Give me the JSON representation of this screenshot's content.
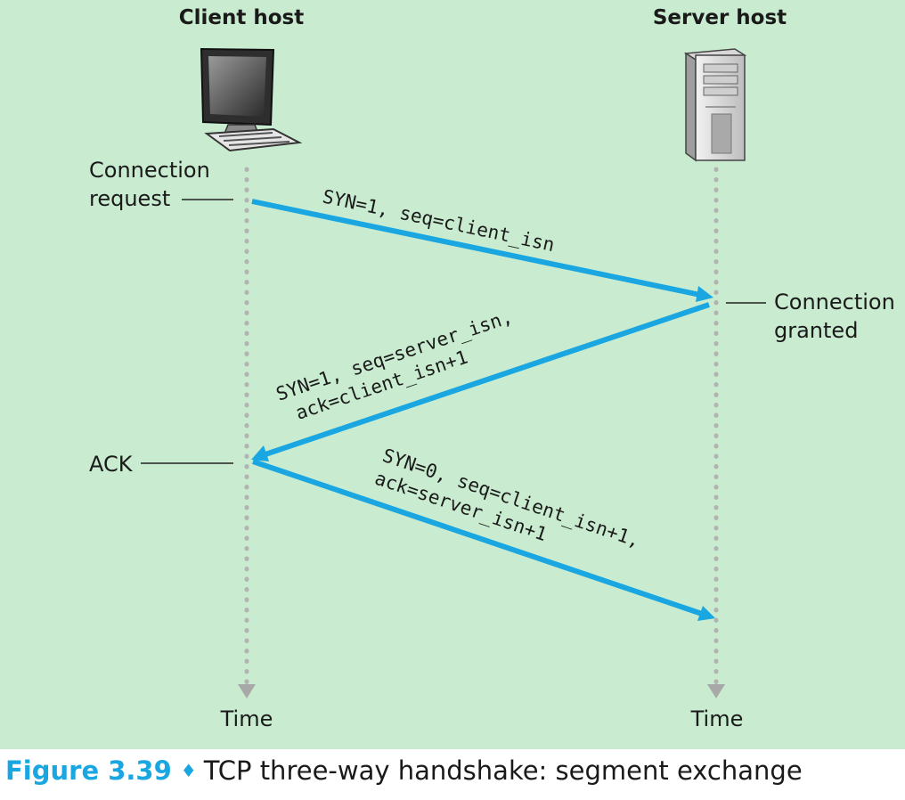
{
  "hosts": {
    "client": {
      "title": "Client host",
      "time_label": "Time",
      "icon": "desktop-computer-icon"
    },
    "server": {
      "title": "Server host",
      "time_label": "Time",
      "icon": "server-tower-icon"
    }
  },
  "events": {
    "connection_request": [
      "Connection",
      "request"
    ],
    "connection_granted": [
      "Connection",
      "granted"
    ],
    "ack": "ACK"
  },
  "segments": [
    {
      "lines": [
        "SYN=1, seq=client_isn"
      ]
    },
    {
      "lines": [
        "SYN=1, seq=server_isn,",
        "ack=client_isn+1"
      ]
    },
    {
      "lines": [
        "SYN=0, seq=client_isn+1,",
        "ack=server_isn+1"
      ]
    }
  ],
  "caption": {
    "figure_number": "Figure 3.39",
    "separator": "♦",
    "text": "TCP three-way handshake: segment exchange"
  },
  "colors": {
    "background": "#c9ecd0",
    "arrow": "#1aa6e1",
    "timeline": "#b3b3b3",
    "caption_accent": "#1aa6e1"
  }
}
